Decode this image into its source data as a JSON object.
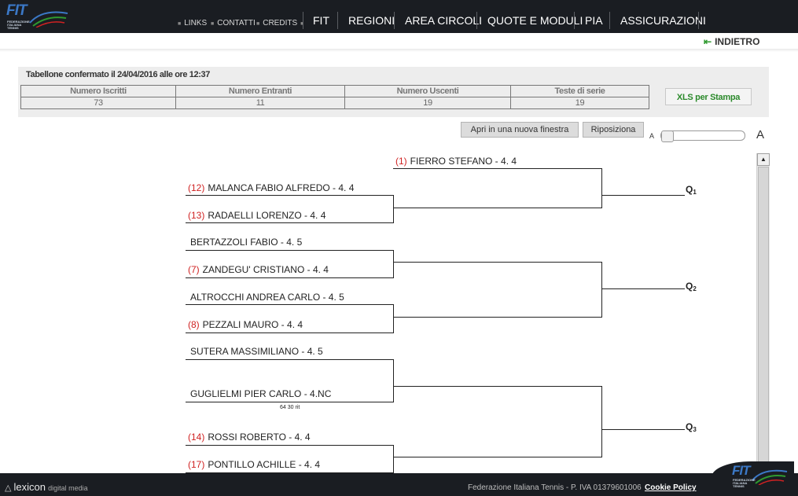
{
  "header": {
    "logo_text": "FIT",
    "logo_subtext": "FEDERAZIONE ITALIANA TENNIS",
    "small_links": [
      "LINKS",
      "CONTATTI",
      "CREDITS"
    ],
    "main_nav": [
      "FIT",
      "REGIONI",
      "AREA CIRCOLI",
      "QUOTE E MODULI",
      "PIA",
      "ASSICURAZIONI"
    ]
  },
  "back_link": {
    "label": "INDIETRO"
  },
  "info": {
    "confirmed": "Tabellone confermato il 24/04/2016 alle ore 12:37",
    "columns": [
      "Numero Iscritti",
      "Numero Entranti",
      "Numero Uscenti",
      "Teste di serie"
    ],
    "values": [
      "73",
      "11",
      "19",
      "19"
    ],
    "xls_button": "XLS per Stampa"
  },
  "toolbar": {
    "open_new_window": "Apri in una nuova finestra",
    "reposition": "Riposiziona",
    "zoom_small": "A",
    "zoom_large": "A",
    "zoom_level": 0
  },
  "bracket": {
    "bye": {
      "seed": "(1)",
      "name": "FIERRO STEFANO - 4. 4"
    },
    "players": [
      {
        "seed": "(12)",
        "name": "MALANCA FABIO ALFREDO - 4. 4"
      },
      {
        "seed": "(13)",
        "name": "RADAELLI LORENZO - 4. 4"
      },
      {
        "seed": "",
        "name": "BERTAZZOLI FABIO - 4. 5"
      },
      {
        "seed": "(7)",
        "name": "ZANDEGU' CRISTIANO - 4. 4"
      },
      {
        "seed": "",
        "name": "ALTROCCHI ANDREA CARLO - 4. 5"
      },
      {
        "seed": "(8)",
        "name": "PEZZALI MAURO - 4. 4"
      },
      {
        "seed": "",
        "name": "SUTERA MASSIMILIANO - 4. 5"
      },
      {
        "seed": "",
        "name": "GUGLIELMI PIER CARLO - 4.NC"
      },
      {
        "seed": "(14)",
        "name": "ROSSI ROBERTO - 4. 4"
      },
      {
        "seed": "(17)",
        "name": "PONTILLO ACHILLE - 4. 4"
      }
    ],
    "score_note": "64 30 rit",
    "qualifiers": [
      {
        "label": "Q",
        "num": "1"
      },
      {
        "label": "Q",
        "num": "2"
      },
      {
        "label": "Q",
        "num": "3"
      }
    ]
  },
  "footer": {
    "brand": "lexicon",
    "brand_sub": "digital media",
    "company": "Federazione Italiana Tennis - P. IVA 01379601006",
    "cookie": "Cookie Policy",
    "logo_text": "FIT",
    "logo_subtext": "FEDERAZIONE ITALIANA TENNIS"
  }
}
